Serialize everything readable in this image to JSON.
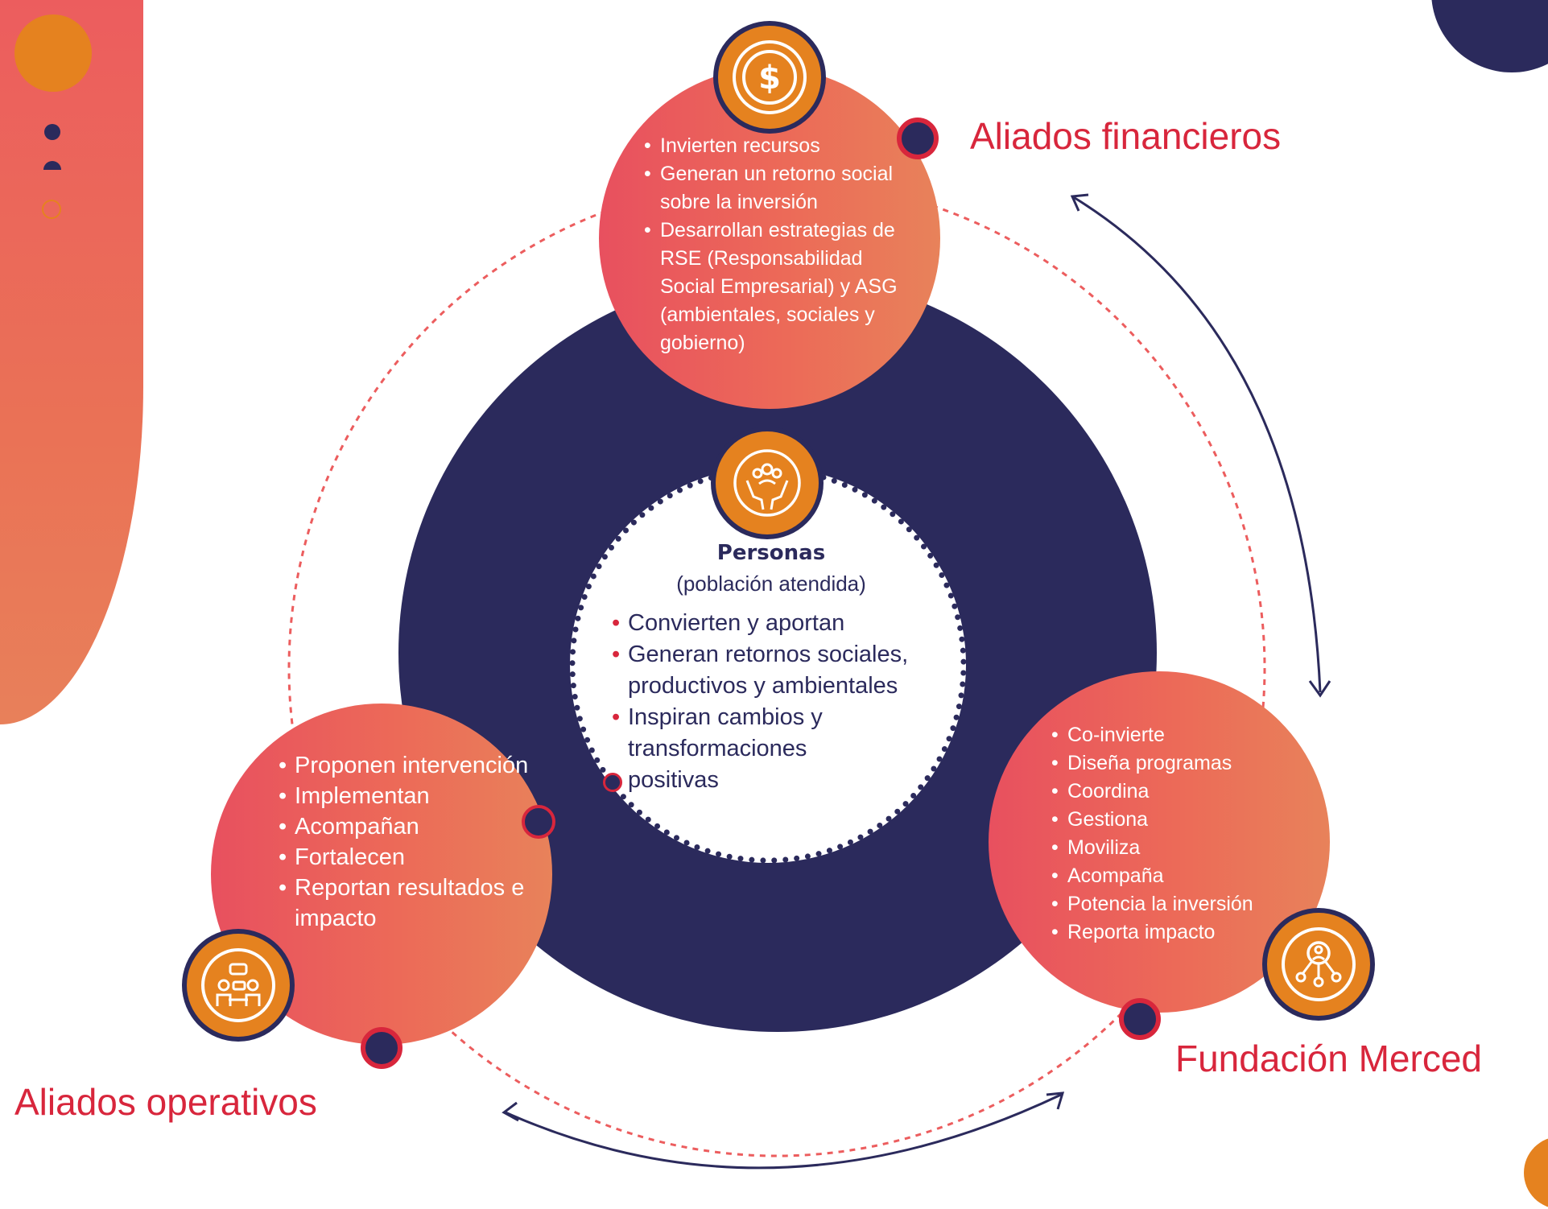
{
  "center": {
    "title": "Personas",
    "subtitle": "(población atendida)",
    "items": [
      "Convierten y aportan",
      "Generan retornos sociales, productivos y ambientales",
      "Inspiran cambios y transformaciones positivas"
    ],
    "icon": "hands-people-icon"
  },
  "financieros": {
    "label": "Aliados financieros",
    "items": [
      "Invierten recursos",
      "Generan un retorno social sobre la inversión",
      "Desarrollan estrategias de RSE (Responsabilidad Social Empresarial) y ASG (ambientales, sociales y gobierno)"
    ],
    "icon": "dollar-icon"
  },
  "operativos": {
    "label": "Aliados operativos",
    "items": [
      "Proponen intervención",
      "Implementan",
      "Acompañan",
      "Fortalecen",
      "Reportan resultados e impacto"
    ],
    "icon": "meeting-icon"
  },
  "fundacion": {
    "label": "Fundación Merced",
    "items": [
      "Co-invierte",
      "Diseña programas",
      "Coordina",
      "Gestiona",
      "Moviliza",
      "Acompaña",
      "Potencia la inversión",
      "Reporta impacto"
    ],
    "icon": "network-person-icon"
  },
  "colors": {
    "navy": "#2b2a5c",
    "red": "#d8263c",
    "orange": "#e5821f",
    "coral": "#ec6a58"
  }
}
